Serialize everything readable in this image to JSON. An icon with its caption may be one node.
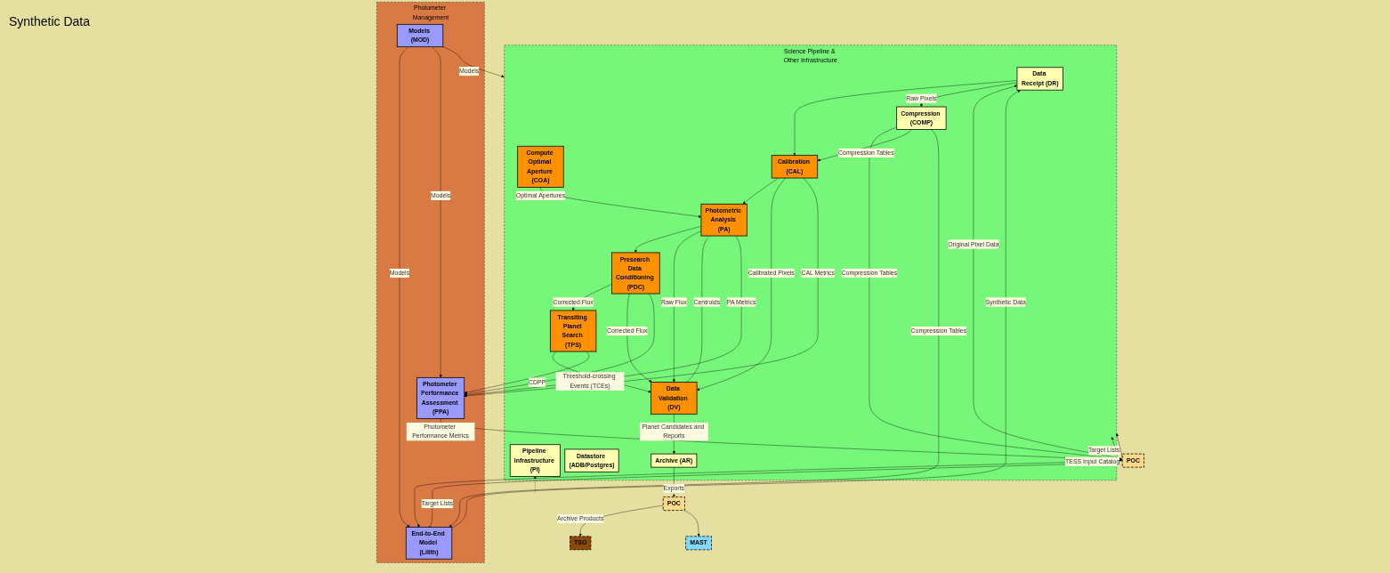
{
  "diagram": {
    "nodes": [
      {
        "text": [
          "Science Pipeline & Other Infrastructure"
        ]
      },
      {
        "text": [
          "Data Receipt (DR)"
        ],
        "in": 0
      },
      {
        "text": [
          "Compute Optimal Aperture (COA)"
        ],
        "in": 0
      },
      {
        "text": [
          "Pipeline Infrastructure (PI)"
        ],
        "in": 0
      },
      {
        "text": [
          "Datastore (ADB/Postgres)"
        ],
        "in": 0
      },
      {
        "text": [
          "Archive (AR)"
        ],
        "in": 0
      },
      {
        "text": [
          "Calibration (CAL)"
        ],
        "in": 0
      },
      {
        "text": [
          "Photometric Analysis (PA)"
        ],
        "in": 0
      },
      {
        "text": [
          "Presearch Data Conditioning (PDC)"
        ],
        "in": 0
      },
      {
        "text": [
          "Transiting Planet Search (TPS)"
        ],
        "in": 0
      },
      {
        "text": [
          "Compression (COMP)"
        ],
        "in": 0
      },
      {
        "text": [
          "Data Validation (DV)"
        ],
        "in": 0
      },
      {
        "text": [
          "POC"
        ]
      },
      {
        "text": [
          "TSO"
        ]
      },
      {
        "text": [
          "MAST"
        ]
      },
      {
        "text": [
          "POC"
        ]
      },
      {
        "text": [
          "Photometer Management"
        ]
      },
      {
        "text": [
          "End-to-End Model (Lilith)"
        ],
        "in": 16
      },
      {
        "text": [
          "Models (MOD)"
        ],
        "in": 16
      },
      {
        "text": [
          "Photometer Performance Assessment (PPA)"
        ],
        "in": 16
      }
    ],
    "edges": [
      {
        "from": 17,
        "to": 1,
        "arrow": "to",
        "label": "Synthetic Data"
      },
      {
        "from": 15,
        "to": 1,
        "arrow": "to",
        "label": "Original Pixel Data"
      },
      {
        "from": 15,
        "to": 0,
        "arrow": "to",
        "label": "Target Lists"
      },
      {
        "from": 10,
        "to": 15,
        "arrow": "to",
        "label": "Compression Tables"
      },
      {
        "from": 15,
        "to": 0,
        "arrow": "to",
        "label": "TESS Input Catalog"
      },
      {
        "from": 1,
        "to": 6,
        "arrow": "to"
      },
      {
        "from": 1,
        "to": 10,
        "arrow": "to",
        "label": "Raw Pixels"
      },
      {
        "from": 10,
        "to": 6,
        "arrow": "to",
        "label": "Compression Tables"
      },
      {
        "from": 2,
        "to": 7,
        "arrow": "to",
        "label": "Optimal Apertures"
      },
      {
        "from": null,
        "to": 3,
        "arrow": "to",
        "style": "dashed"
      },
      {
        "from": 6,
        "to": 7,
        "arrow": "to"
      },
      {
        "from": 7,
        "to": 8,
        "arrow": "to"
      },
      {
        "from": 8,
        "to": 9,
        "arrow": "to",
        "label": "Corrected Flux"
      },
      {
        "from": 9,
        "to": 11,
        "arrow": "to",
        "label": "Threshold-crossing Events (TCEs)"
      },
      {
        "from": 6,
        "to": 11,
        "arrow": "to",
        "label": "Calibrated Pixels"
      },
      {
        "from": 7,
        "to": 11,
        "arrow": "to",
        "label": "Raw Flux"
      },
      {
        "from": 7,
        "to": 11,
        "arrow": "to",
        "label": "Centroids"
      },
      {
        "from": 8,
        "to": 11,
        "arrow": "to",
        "label": "Corrected Flux"
      },
      {
        "from": 11,
        "to": 5,
        "arrow": "to",
        "label": "Planet Candidates and Reports"
      },
      {
        "from": 5,
        "to": 12,
        "arrow": "to",
        "label": "Exports"
      },
      {
        "from": 12,
        "to": 13,
        "arrow": "to",
        "label": "Archive Products"
      },
      {
        "from": 12,
        "to": 14,
        "arrow": "to"
      },
      {
        "from": 6,
        "to": 19,
        "arrow": "to",
        "label": "CAL Metrics"
      },
      {
        "from": 7,
        "to": 19,
        "arrow": "to",
        "label": "PA Metrics"
      },
      {
        "from": 8,
        "to": 19,
        "arrow": "to"
      },
      {
        "from": 9,
        "to": 19,
        "arrow": "to",
        "label": "CDPP"
      },
      {
        "from": 10,
        "to": 17,
        "arrow": "to",
        "label": "Compression Tables"
      },
      {
        "from": 15,
        "to": 17,
        "arrow": "to"
      },
      {
        "from": 15,
        "to": 17,
        "arrow": "to",
        "label": "Target Lists"
      },
      {
        "from": 18,
        "to": 0,
        "arrow": "to",
        "label": "Models"
      },
      {
        "from": 18,
        "to": 17,
        "arrow": "to",
        "label": "Models"
      },
      {
        "from": 18,
        "to": 19,
        "arrow": "to",
        "label": "Models"
      },
      {
        "from": 19,
        "to": 15,
        "arrow": "to",
        "label": "Photometer Performance Metrics"
      }
    ],
    "labels": [
      "Synthetic Data"
    ]
  }
}
